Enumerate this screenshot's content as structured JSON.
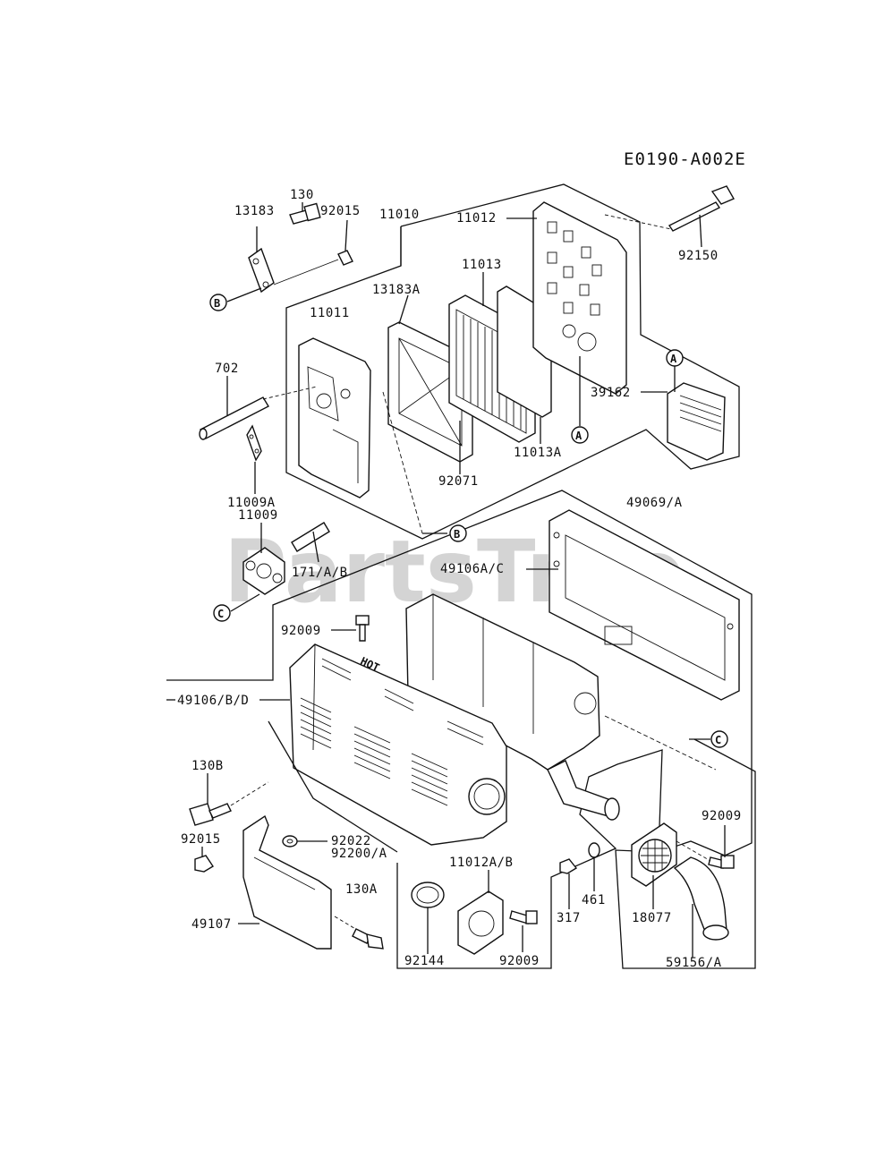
{
  "diagram_code": "E0190-A002E",
  "watermark": "PartsTree",
  "labels": {
    "p130": "130",
    "p13183": "13183",
    "p92015_top": "92015",
    "p11010": "11010",
    "p11012": "11012",
    "p11013": "11013",
    "p92150": "92150",
    "p13183A": "13183A",
    "p11011": "11011",
    "p702": "702",
    "p39162": "39162",
    "p11013A": "11013A",
    "p92071": "92071",
    "p11009A": "11009A",
    "p11009": "11009",
    "p49069A": "49069/A",
    "p171AB": "171/A/B",
    "p49106AC": "49106A/C",
    "p92009_top": "92009",
    "p49106BD": "49106/B/D",
    "p130B": "130B",
    "p92015_bot": "92015",
    "p92022": "92022",
    "p92200A": "92200/A",
    "p130A": "130A",
    "p49107": "49107",
    "p11012AB": "11012A/B",
    "p92144": "92144",
    "p92009_bot": "92009",
    "p317": "317",
    "p461": "461",
    "p18077": "18077",
    "p92009_right": "92009",
    "p59156A": "59156/A"
  },
  "callouts": {
    "B1": "B",
    "B2": "B",
    "A1": "A",
    "A2": "A",
    "C1": "C",
    "C2": "C"
  },
  "muffler_text": "HOT"
}
